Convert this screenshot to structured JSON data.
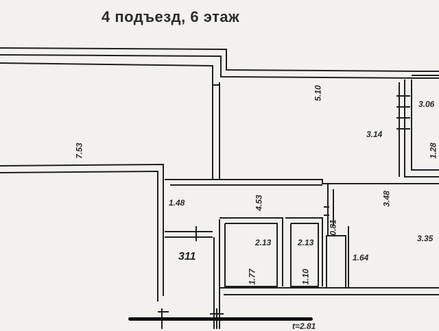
{
  "title": "4 подъезд, 6 этаж",
  "room_number": "311",
  "dimensions": {
    "d_753": "7.53",
    "d_510": "5.10",
    "d_306": "3.06",
    "d_314": "3.14",
    "d_128": "1.28",
    "d_148": "1.48",
    "d_453": "4.53",
    "d_348": "3.48",
    "d_081": "0.81",
    "d_213a": "2.13",
    "d_213b": "2.13",
    "d_335": "3.35",
    "d_177": "1.77",
    "d_110": "1.10",
    "d_164": "1.64",
    "d_bottom": "t=2.81"
  },
  "colors": {
    "paper": "#f2f1ee",
    "wall": "#1f1f1f",
    "wall_fill": "#f7f7f5",
    "shadow": "#d9d8d3"
  }
}
